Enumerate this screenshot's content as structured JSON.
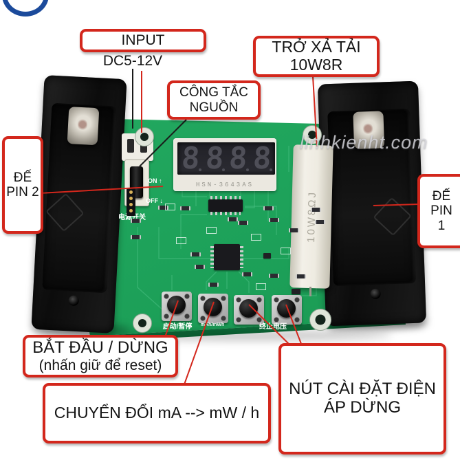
{
  "watermark": {
    "text": "linhkienht.com"
  },
  "callouts": {
    "input": {
      "title": "INPUT"
    },
    "input_voltage": {
      "text": "DC5-12V"
    },
    "power_switch": {
      "line1": "CÔNG TẮC",
      "line2": "NGUỒN"
    },
    "discharge_resistor": {
      "line1": "TRỞ XẢ TẢI",
      "line2": "10W8R"
    },
    "battery_slot_2": {
      "line1": "ĐẾ",
      "line2": "PIN 2"
    },
    "battery_slot_1": {
      "line1": "ĐẾ",
      "line2": "PIN 1"
    },
    "start_stop": {
      "line1": "BẮT ĐẦU / DỪNG",
      "line2": "(nhấn giữ để reset)"
    },
    "unit_convert": {
      "text": "CHUYỂN ĐỔI mA --> mW / h"
    },
    "stop_voltage": {
      "line1": "NÚT CÀI ĐẶT ĐIỆN",
      "line2": "ÁP DỪNG"
    }
  },
  "board": {
    "display": {
      "digits": [
        "8",
        "8",
        "8",
        "8"
      ],
      "model": "HSN-3643AS"
    },
    "resistor_marking": "10W8ΩJ",
    "silkscreen": {
      "on": "ON",
      "on_arrow": "↑",
      "off": "OFF",
      "off_arrow": "↓",
      "power_switch": "电源开关",
      "button1": "启动/暂停",
      "button2": "mAh/mWh",
      "button3": "终止电压"
    }
  },
  "colors": {
    "accent_red": "#d3271c",
    "pcb_green": "#1ea35b"
  }
}
